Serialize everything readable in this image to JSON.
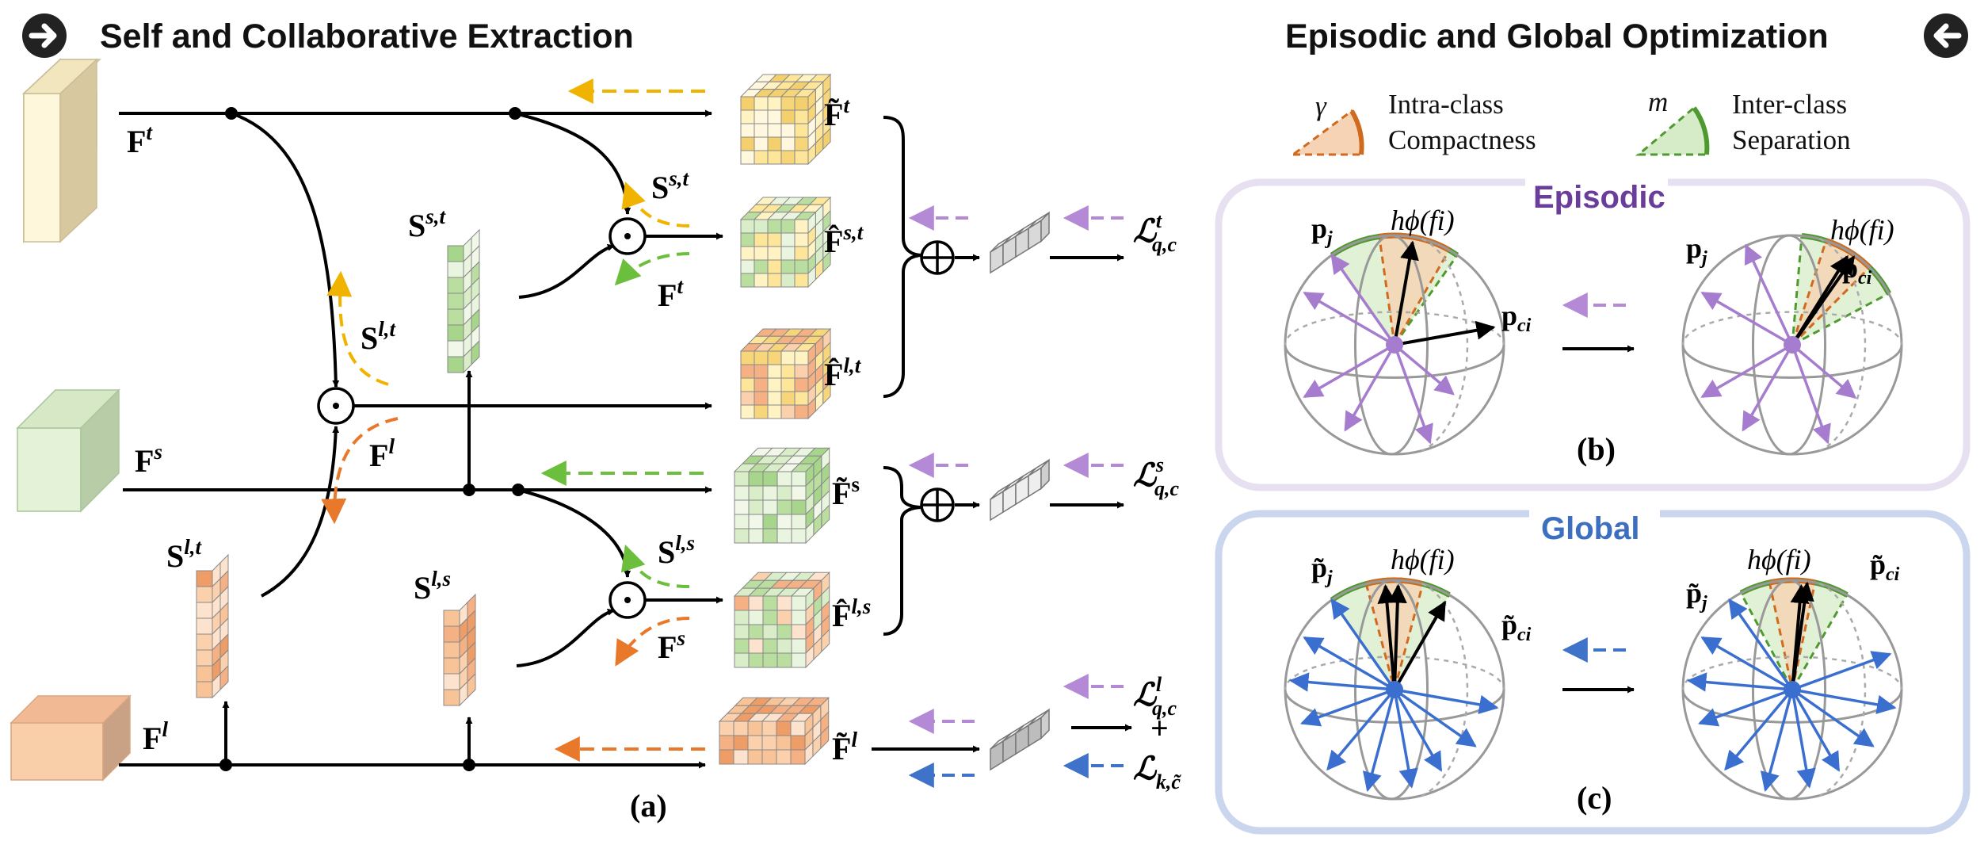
{
  "titles": {
    "left": "Self and Collaborative Extraction",
    "right": "Episodic and Global Optimization"
  },
  "legend": {
    "gamma_symbol": "γ",
    "intra_line1": "Intra-class",
    "intra_line2": "Compactness",
    "m_symbol": "m",
    "inter_line1": "Inter-class",
    "inter_line2": "Separation"
  },
  "panels": {
    "a": "(a)",
    "b": "(b)",
    "c": "(c)",
    "episodic": "Episodic",
    "global": "Global"
  },
  "features": {
    "Ft": {
      "base": "F",
      "sup": "t"
    },
    "Fs": {
      "base": "F",
      "sup": "s"
    },
    "Fl": {
      "base": "F",
      "sup": "l"
    },
    "Sst_mid": {
      "base": "S",
      "sup": "s,t"
    },
    "Slt_left": {
      "base": "S",
      "sup": "l,t"
    },
    "Sls_mid": {
      "base": "S",
      "sup": "l,s"
    },
    "Sst_arc": {
      "base": "S",
      "sup": "s,t"
    },
    "Slt_arc": {
      "base": "S",
      "sup": "l,t"
    },
    "Sls_arc": {
      "base": "S",
      "sup": "l,s"
    },
    "Ft_arc": {
      "base": "F",
      "sup": "t"
    },
    "Fl_arc": {
      "base": "F",
      "sup": "l"
    },
    "Fs_arc": {
      "base": "F",
      "sup": "s"
    },
    "tFt": {
      "base": "F̃",
      "sup": "t"
    },
    "hFst": {
      "base": "F̂",
      "sup": "s,t"
    },
    "hFlt": {
      "base": "F̂",
      "sup": "l,t"
    },
    "tFs": {
      "base": "F̃",
      "sup": "s"
    },
    "hFls": {
      "base": "F̂",
      "sup": "l,s"
    },
    "tFl": {
      "base": "F̃",
      "sup": "l"
    }
  },
  "losses": {
    "Lt": {
      "base": "ℒ",
      "sub": "q,c",
      "sup": "t"
    },
    "Ls": {
      "base": "ℒ",
      "sub": "q,c",
      "sup": "s"
    },
    "Ll": {
      "base": "ℒ",
      "sub": "q,c",
      "sup": "l"
    },
    "plus": "+",
    "Lk": {
      "base": "ℒ",
      "sub": "k,c̃"
    }
  },
  "ops": {
    "odot": "⊙",
    "oplus": "⊕"
  },
  "sphere_labels": {
    "b_pj": {
      "base": "p",
      "sub": "j"
    },
    "b_h": "hϕ(fi)",
    "b_pci": {
      "base": "p",
      "sub": "ci"
    },
    "b2_pj": {
      "base": "p",
      "sub": "j"
    },
    "b2_h": "hϕ(fi)",
    "b2_pci": {
      "base": "p",
      "sub": "ci"
    },
    "c_pj": {
      "base": "p̃",
      "sub": "j"
    },
    "c_h": "hϕ(fi)",
    "c_pci": {
      "base": "p̃",
      "sub": "ci"
    },
    "c2_pj": {
      "base": "p̃",
      "sub": "j"
    },
    "c2_h": "hϕ(fi)",
    "c2_pci": {
      "base": "p̃",
      "sub": "ci"
    }
  },
  "colors": {
    "yellow_dash": "#f0b400",
    "green_dash": "#6cbf3c",
    "orange_dash": "#e8782a",
    "purple_dash": "#b48ad6",
    "blue_dash": "#3f72c9",
    "purple_arrow": "#a57cce",
    "blue_arrow": "#3a6fd0",
    "episodic_title": "#6a3d9a",
    "global_title": "#3d6fc0",
    "episodic_border": "#e6e0f0",
    "global_border": "#c9d6ee",
    "intra_arc": "#d06a1e",
    "inter_arc": "#4f9a2e"
  }
}
